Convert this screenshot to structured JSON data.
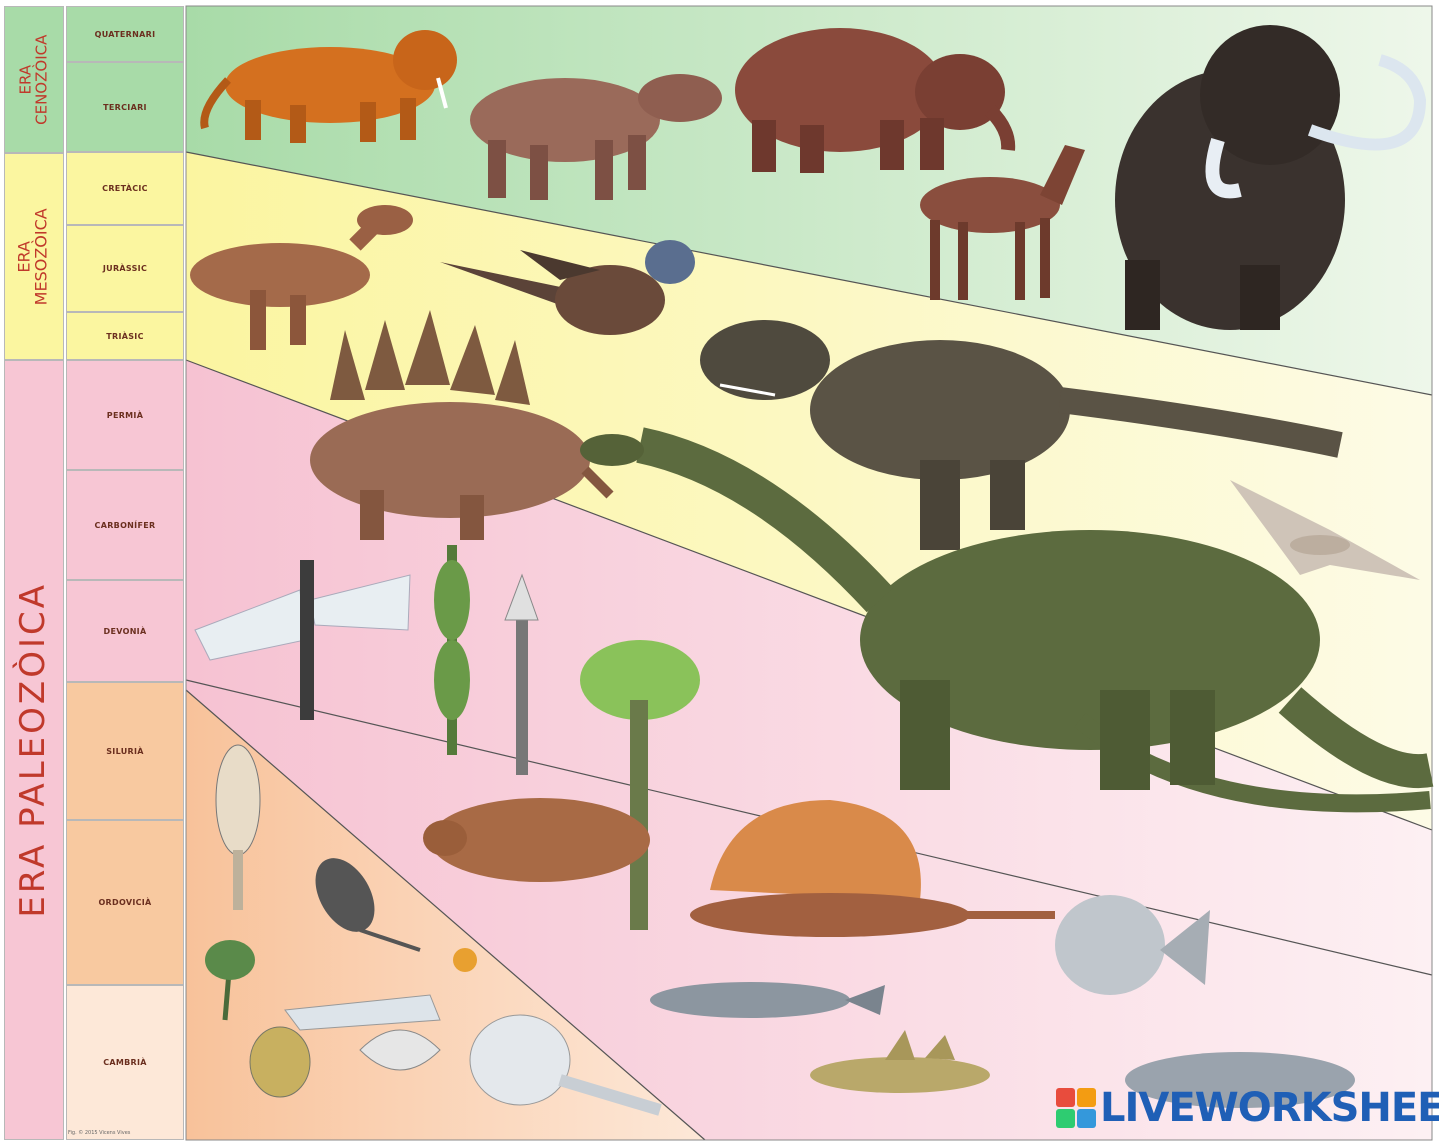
{
  "eras": {
    "cenozoic": {
      "label": "ERA CENOZÒICA",
      "color": "#a8dba8"
    },
    "mesozoic": {
      "label": "ERA MESOZÒICA",
      "color": "#fbf6a0"
    },
    "paleozoic": {
      "label": "ERA PALEOZÒICA",
      "color": "#f7c6d4"
    }
  },
  "periods": [
    {
      "label": "QUATERNARI",
      "color": "#a8dba8"
    },
    {
      "label": "TERCIARI",
      "color": "#a8dba8"
    },
    {
      "label": "CRETÀCIC",
      "color": "#fbf6a0"
    },
    {
      "label": "JURÀSSIC",
      "color": "#fbf6a0"
    },
    {
      "label": "TRIÀSIC",
      "color": "#fbf6a0"
    },
    {
      "label": "PERMIÀ",
      "color": "#f7c6d4"
    },
    {
      "label": "CARBONÍFER",
      "color": "#f7c6d4"
    },
    {
      "label": "DEVONIÀ",
      "color": "#f7c6d4"
    },
    {
      "label": "SILURIÀ",
      "color": "#f8c9a0"
    },
    {
      "label": "ORDOVICIÀ",
      "color": "#f8c9a0"
    },
    {
      "label": "CAMBRIÀ",
      "color": "#fde8d8"
    }
  ],
  "footer_note": "Fig. © 2015 Vicens Vives",
  "watermark": {
    "text": "LIVEWORKSHEETS",
    "logo_colors": [
      "#e84c3d",
      "#f39c12",
      "#2ecc71",
      "#3498db"
    ]
  }
}
